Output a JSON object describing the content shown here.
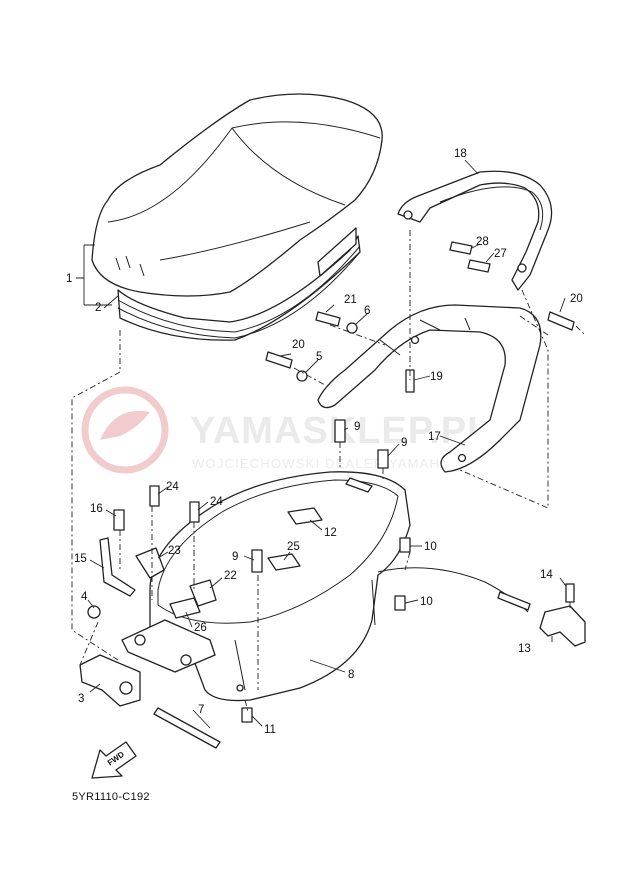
{
  "diagram": {
    "code": "5YR1110-C192",
    "fwd_label": "FWD",
    "watermark": {
      "brand": "YAMASKLEP.PL",
      "subtitle": "WOJCIECHOWSKI DEALER YAMAHA",
      "color": "#e8a3a3"
    },
    "callouts": {
      "c1": "1",
      "c2": "2",
      "c3": "3",
      "c4": "4",
      "c5": "5",
      "c6": "6",
      "c7": "7",
      "c8": "8",
      "c9a": "9",
      "c9b": "9",
      "c9c": "9",
      "c10a": "10",
      "c10b": "10",
      "c11": "11",
      "c12": "12",
      "c13": "13",
      "c14": "14",
      "c15": "15",
      "c16": "16",
      "c17": "17",
      "c18": "18",
      "c19": "19",
      "c20a": "20",
      "c20b": "20",
      "c21": "21",
      "c22": "22",
      "c23": "23",
      "c24a": "24",
      "c24b": "24",
      "c25": "25",
      "c26": "26",
      "c27": "27",
      "c28": "28"
    }
  }
}
